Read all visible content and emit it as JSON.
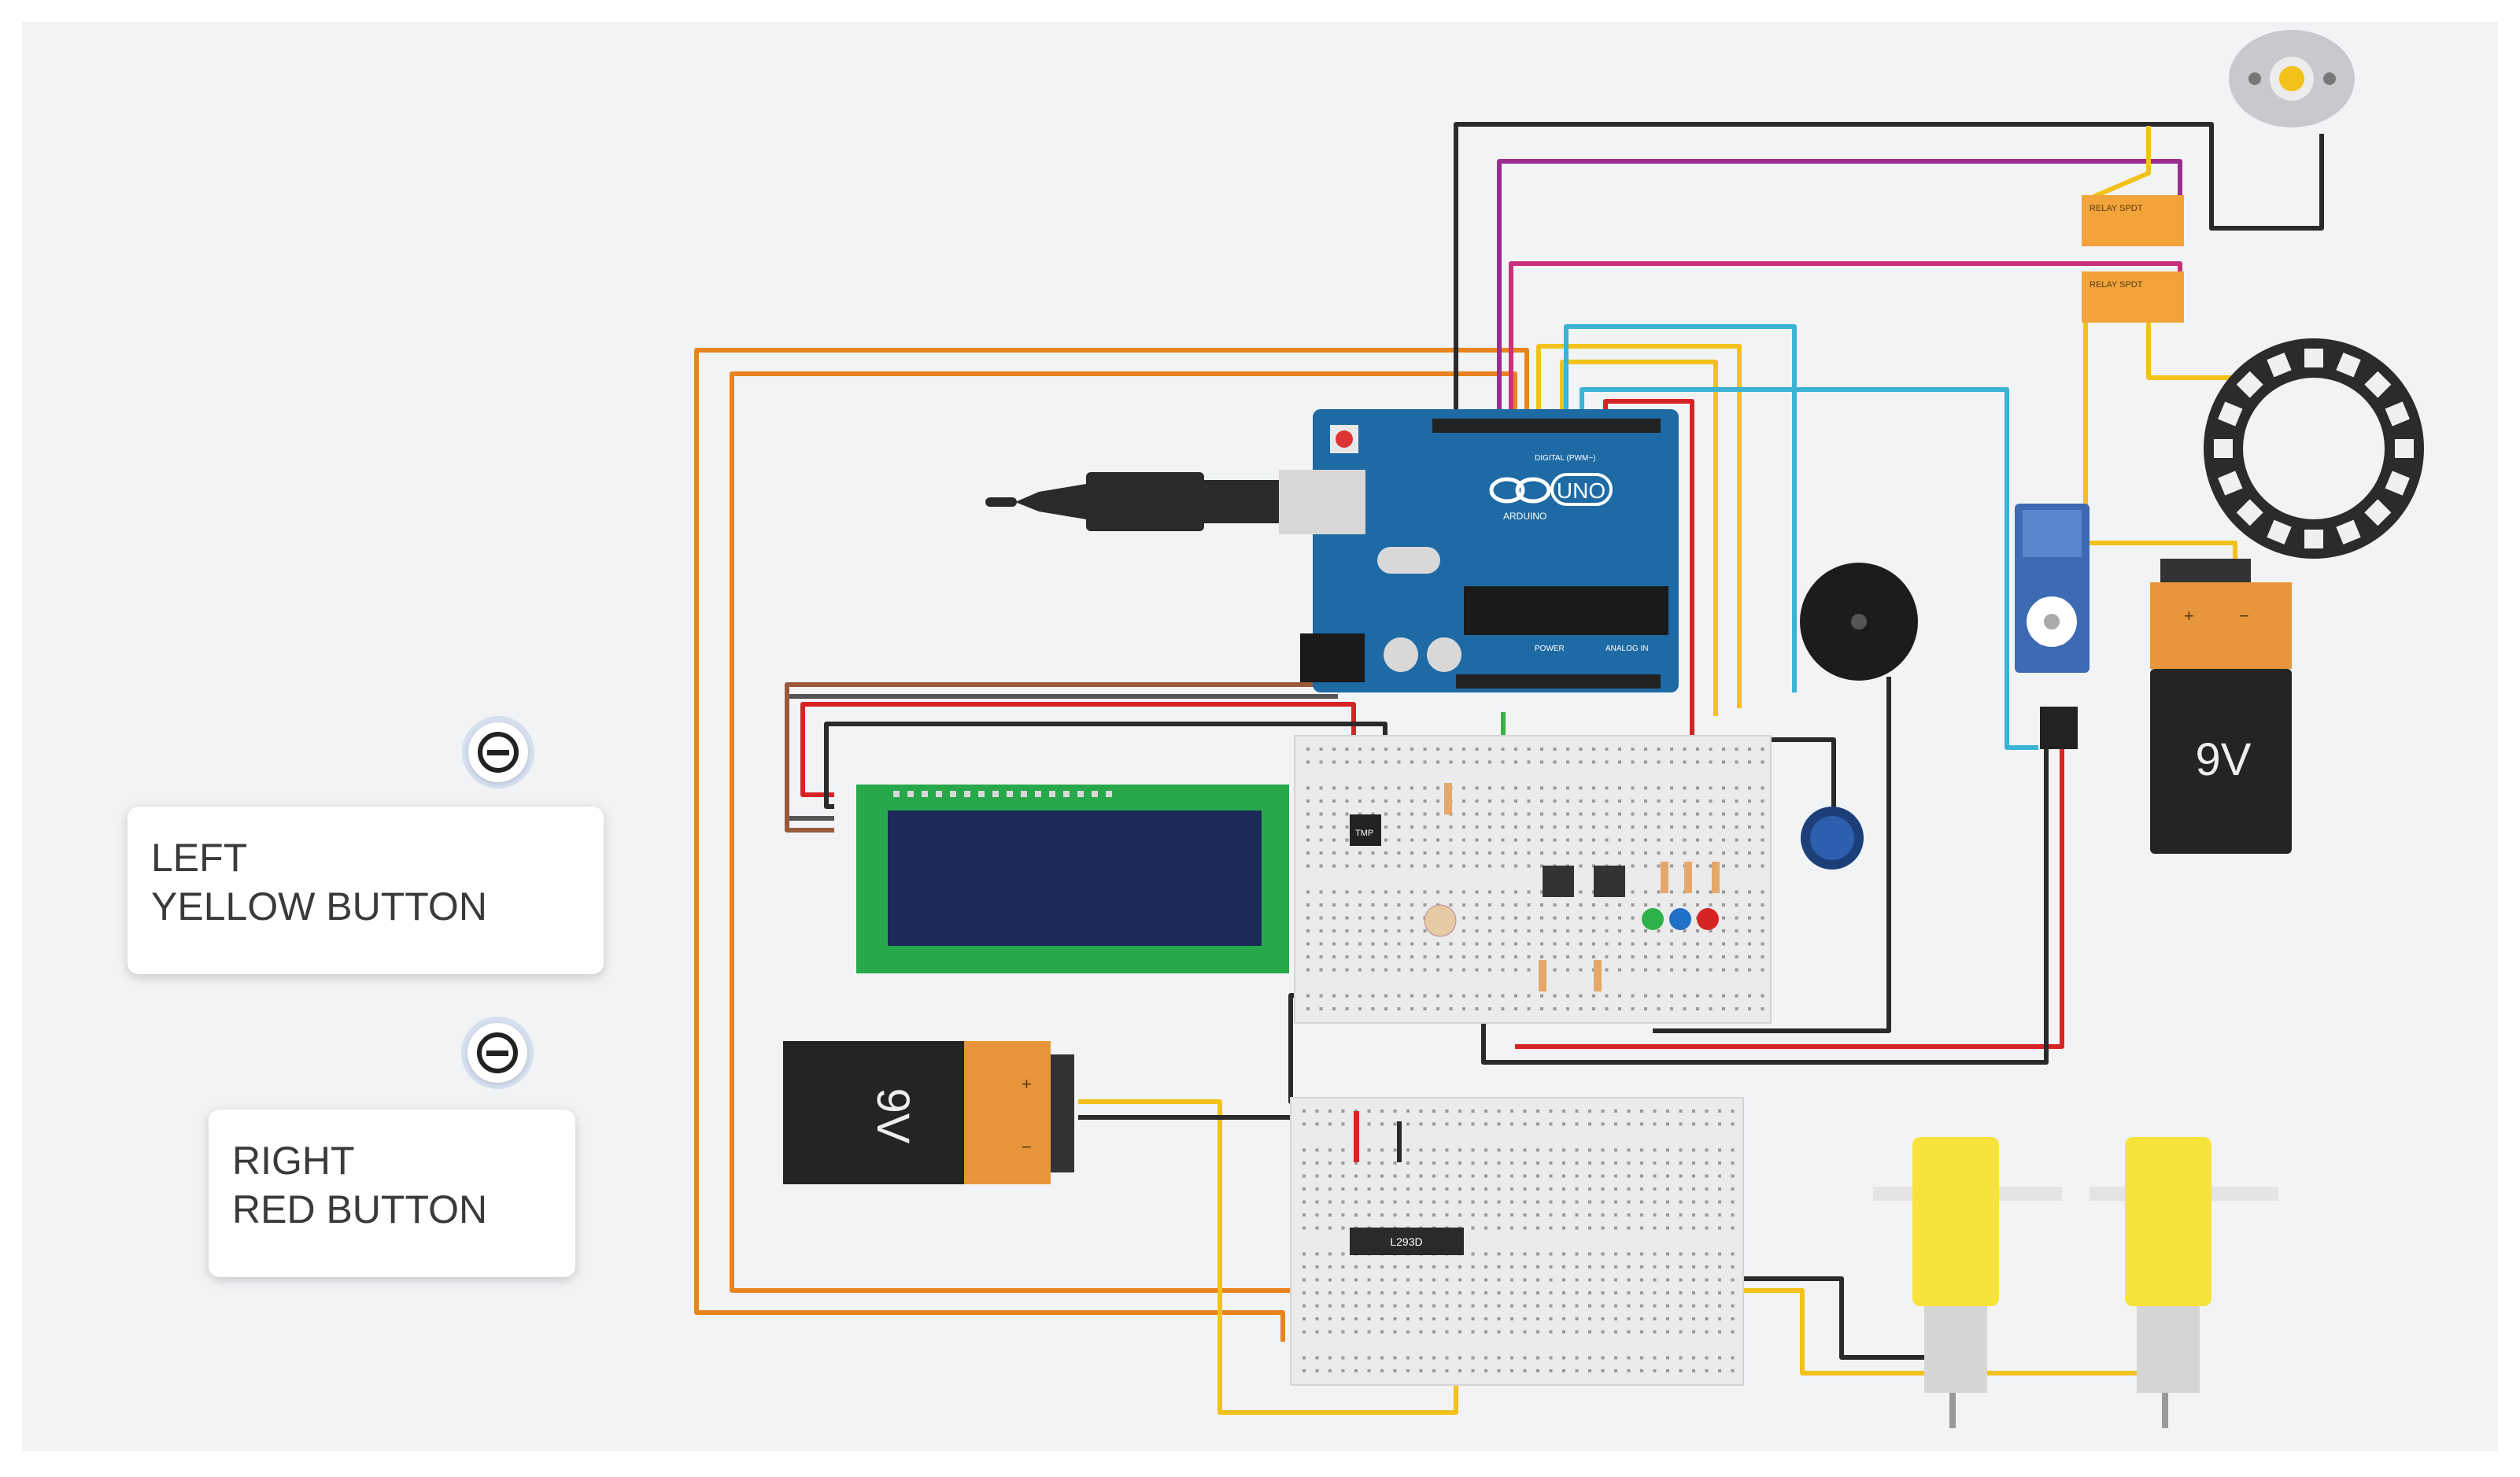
{
  "annotations": [
    {
      "id": "left",
      "lines": [
        "LEFT",
        "YELLOW BUTTON"
      ]
    },
    {
      "id": "right",
      "lines": [
        "RIGHT",
        "RED BUTTON"
      ]
    }
  ],
  "components": {
    "arduino": {
      "logo": "UNO",
      "brand": "ARDUINO",
      "power_label": "POWER",
      "analog_label": "ANALOG IN",
      "digital_label": "DIGITAL (PWM~)"
    },
    "battery_right": {
      "label": "9V",
      "plus": "+",
      "minus": "−"
    },
    "battery_left": {
      "label": "9V",
      "plus": "+",
      "minus": "−"
    },
    "motor_driver": {
      "label": "L293D"
    },
    "sensor": {
      "label": "TMP"
    },
    "relays": [
      "RELAY SPDT",
      "RELAY SPDT"
    ]
  },
  "colors": {
    "canvas": "#f1f3f5",
    "arduino": "#1d6aa5",
    "lcd_board": "#27a84a",
    "lcd_screen": "#1c2a5a",
    "battery_orange": "#e7963c",
    "relay": "#f2a43a",
    "motor_yellow": "#f7e33a",
    "wire_orange": "#e8841e",
    "wire_black": "#2a2a2a",
    "wire_purple": "#9c2d8e",
    "wire_pink": "#c8327a",
    "wire_yellow": "#f2c21a",
    "wire_cyan": "#3bb3d4",
    "wire_red": "#d62424",
    "wire_green": "#3fae3f"
  },
  "icons": [
    "collapse-icon",
    "collapse-icon"
  ]
}
